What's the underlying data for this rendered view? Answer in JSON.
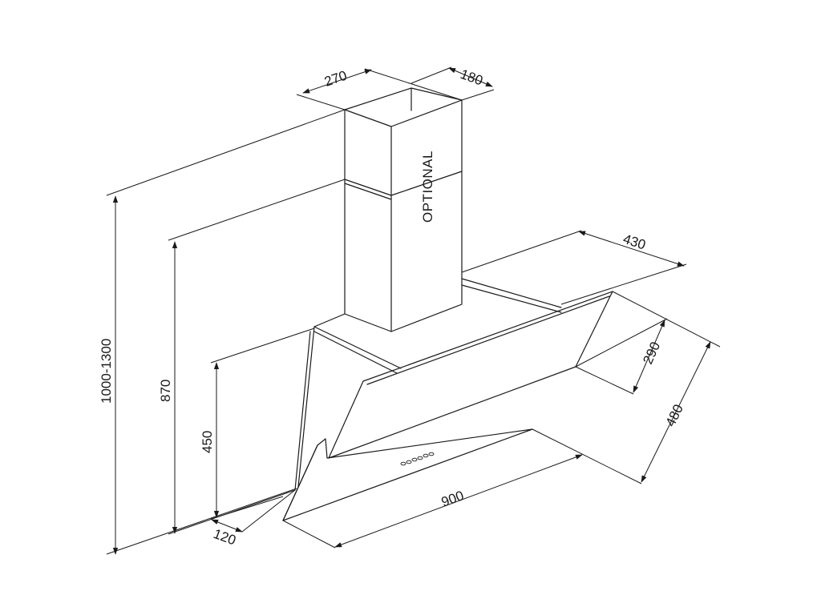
{
  "labels": {
    "chimney_width": "270",
    "chimney_depth": "180",
    "hood_depth_top": "430",
    "glass_height": "290",
    "hood_depth": "480",
    "hood_width": "900",
    "bottom_depth": "120",
    "lower_height": "450",
    "hood_height": "870",
    "total_height": "1000-1300",
    "optional_text": "OPTIONAL"
  },
  "control_buttons": 6
}
